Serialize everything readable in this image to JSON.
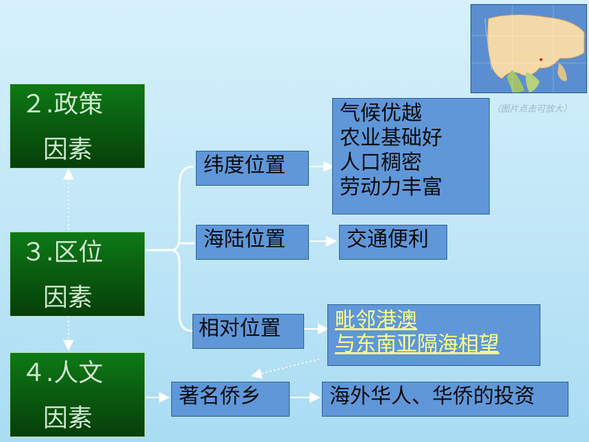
{
  "boxes": {
    "policy": {
      "line1": "２.政策",
      "line2": "因素"
    },
    "location": {
      "line1": "３.区位",
      "line2": "因素"
    },
    "culture": {
      "line1": "４.人文",
      "line2": "因素"
    },
    "latitude": "纬度位置",
    "sea_land": "海陆位置",
    "relative": "相对位置",
    "hometown": "著名侨乡",
    "latitude_results": [
      "气候优越",
      "农业基础好",
      "人口稠密",
      "劳动力丰富"
    ],
    "transport": "交通便利",
    "neighbors": [
      "毗邻港澳",
      "与东南亚隔海相望"
    ],
    "investment": "海外华人、华侨的投资"
  },
  "map": {
    "caption": "（图片点击可放大）"
  },
  "colors": {
    "green": "#0a5e10",
    "blue_box": "#5f97d9",
    "link_yellow": "#ffff8a",
    "background": "#bfe6f7"
  }
}
